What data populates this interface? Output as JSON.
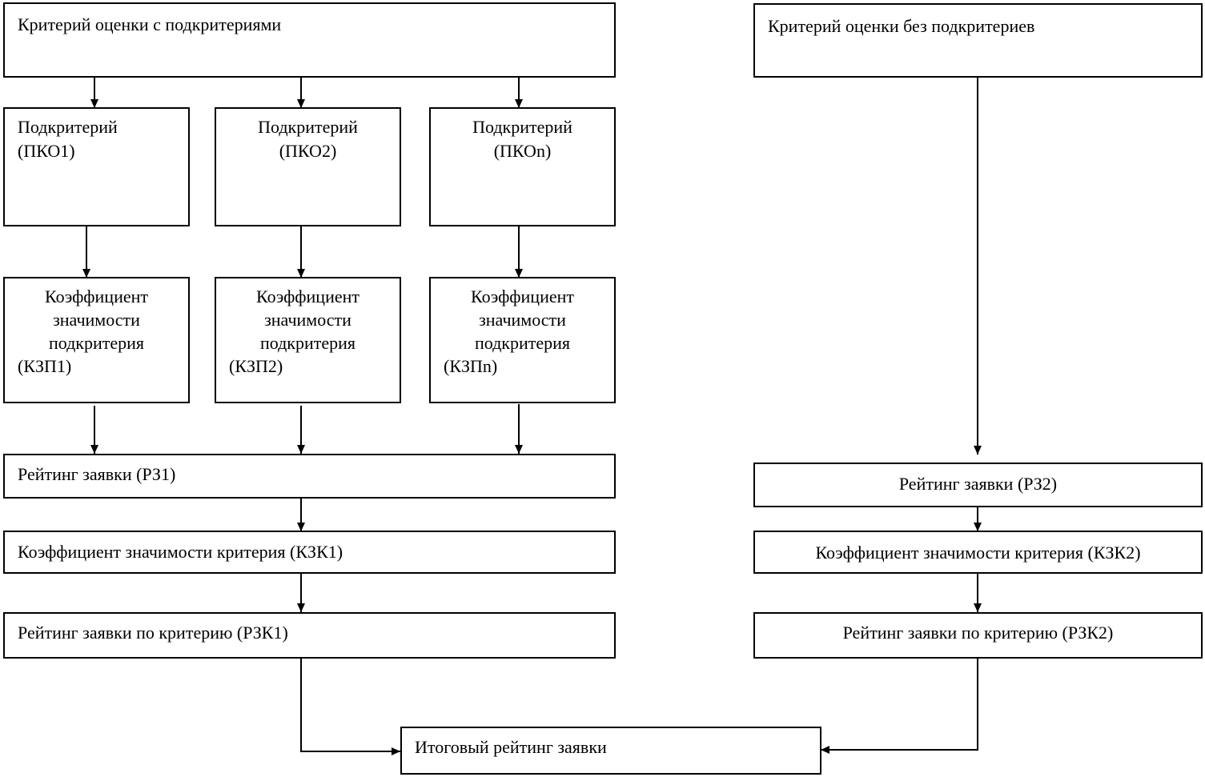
{
  "boxes": {
    "crit_with_sub": "Критерий оценки с подкритериями",
    "crit_without_sub": "Критерий оценки без подкритериев",
    "sub1": [
      "Подкритерий",
      "(ПКО1)"
    ],
    "sub2": [
      "Подкритерий",
      "(ПКО2)"
    ],
    "subn": [
      "Подкритерий",
      "(ПКОn)"
    ],
    "kzp1": [
      "Коэффициент",
      "значимости",
      "подкритерия",
      "(КЗП1)"
    ],
    "kzp2": [
      "Коэффициент",
      "значимости",
      "подкритерия",
      "(КЗП2)"
    ],
    "kzpn": [
      "Коэффициент",
      "значимости",
      "подкритерия",
      "(КЗПn)"
    ],
    "rz1": "Рейтинг заявки (РЗ1)",
    "kzk1": "Коэффициент значимости критерия (КЗК1)",
    "rzk1": "Рейтинг заявки по критерию (РЗК1)",
    "rz2": "Рейтинг заявки (РЗ2)",
    "kzk2": "Коэффициент значимости критерия (КЗК2)",
    "rzk2": "Рейтинг заявки по критерию (РЗК2)",
    "final": "Итоговый рейтинг заявки"
  }
}
